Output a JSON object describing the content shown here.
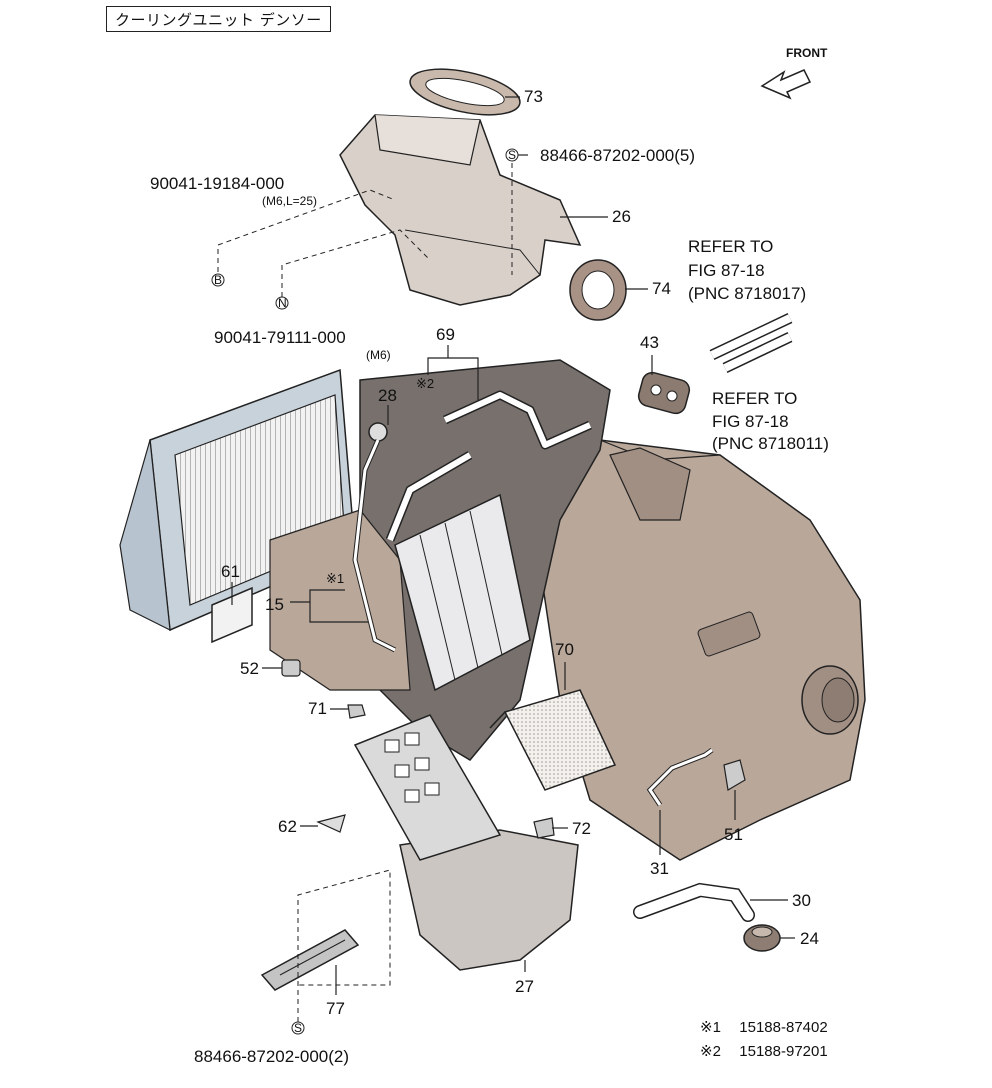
{
  "title": "クーリングユニット デンソー",
  "front_label": "FRONT",
  "parts": {
    "p73": "73",
    "p26": "26",
    "p74": "74",
    "p43": "43",
    "p69": "69",
    "p28": "28",
    "p61": "61",
    "p15": "15",
    "p52": "52",
    "p71": "71",
    "p70": "70",
    "p62": "62",
    "p72": "72",
    "p31": "31",
    "p51": "51",
    "p30": "30",
    "p24": "24",
    "p27": "27",
    "p77": "77"
  },
  "part_numbers": {
    "s_top": "88466-87202-000(5)",
    "bolt": "90041-19184-000",
    "bolt_spec": "(M6,L=25)",
    "nut": "90041-79111-000",
    "nut_spec": "(M6)",
    "s_bottom": "88466-87202-000(2)"
  },
  "markers": {
    "s": "S",
    "b": "B",
    "n": "N",
    "note1": "※1",
    "note2": "※2"
  },
  "refs": {
    "ref1_line1": "REFER TO",
    "ref1_line2": "FIG   87-18",
    "ref1_line3": "(PNC 8718017)",
    "ref2_line1": "REFER TO",
    "ref2_line2": "FIG   87-18",
    "ref2_line3": "(PNC 8718011)"
  },
  "footnotes": [
    {
      "mark": "※1",
      "value": "15188-87402"
    },
    {
      "mark": "※2",
      "value": "15188-97201"
    }
  ],
  "colors": {
    "housing": "#b9a79a",
    "housing_dark": "#8e7d72",
    "filter_blue": "#c8d2db",
    "evaporator": "#e8e8ea",
    "outline": "#1a1a1a"
  }
}
